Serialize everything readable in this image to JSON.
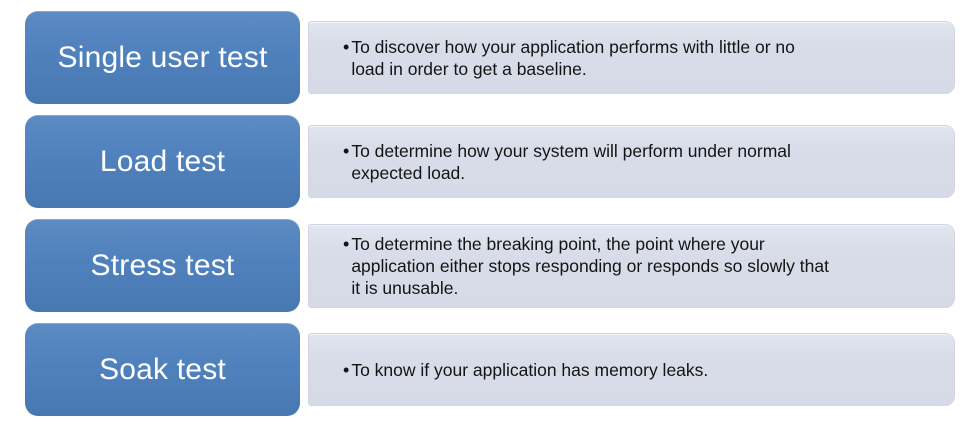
{
  "diagram": {
    "type": "vertical-box-list",
    "colors": {
      "stage_box_fill": "#4f81bd",
      "stage_box_gradient_top": "#5d8bc3",
      "stage_box_gradient_bottom": "#4878b1",
      "stage_text": "#ffffff",
      "panel_fill": "#d9dde9",
      "panel_border": "#cfd4e3",
      "description_text": "#141414",
      "background": "#ffffff"
    },
    "bullet_glyph": "•",
    "rows": [
      {
        "title": "Single user test",
        "description": "To discover how your application performs with little or no\nload in order to get a baseline."
      },
      {
        "title": "Load test",
        "description": "To determine how your system will perform under normal\nexpected load."
      },
      {
        "title": "Stress test",
        "description": "To determine the breaking point, the point where your\napplication either stops responding or responds so slowly that\nit is unusable."
      },
      {
        "title": "Soak test",
        "description": "To know if your application has memory leaks."
      }
    ]
  }
}
